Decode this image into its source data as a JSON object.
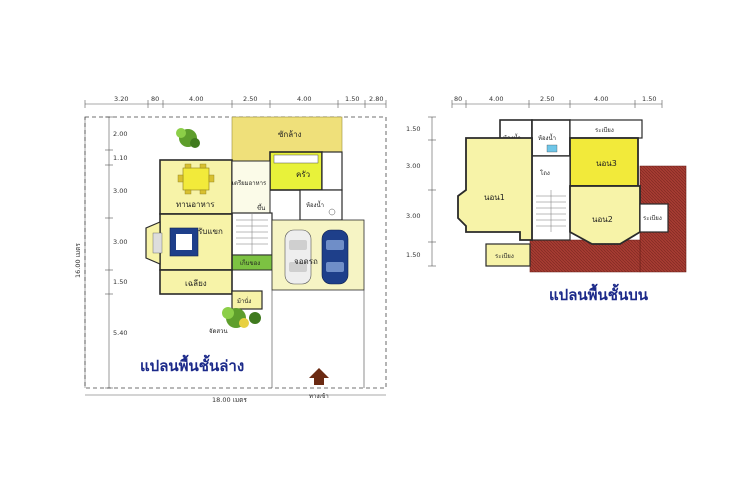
{
  "ground_floor": {
    "title": "แปลนพื้นชั้นล่าง",
    "top_dims": [
      "3.20",
      "80",
      "4.00",
      "2.50",
      "4.00",
      "1.50",
      "2.80"
    ],
    "left_dims": [
      "2.00",
      "1.10",
      "3.00",
      "3.00",
      "1.50",
      "5.40"
    ],
    "overall_width": "18.00 เมตร",
    "overall_depth": "16.00 เมตร",
    "rooms": {
      "laundry": "ซักล้าง",
      "kitchen": "ครัว",
      "dining": "ทานอาหาร",
      "prep": "เตรียมอาหาร",
      "bath": "ห้องน้ำ",
      "living": "รับแขก",
      "storage": "เก็บของ",
      "carport": "จอดรถ",
      "terrace": "เฉลียง",
      "pavilion": "ม้านั่ง",
      "garden": "จัดสวน",
      "stair_up": "ขึ้น"
    },
    "entrance": "ทางเข้า"
  },
  "upper_floor": {
    "title": "แปลนพื้นชั้นบน",
    "top_dims": [
      "80",
      "4.00",
      "2.50",
      "4.00",
      "1.50"
    ],
    "left_dims": [
      "1.50",
      "3.00",
      "3.00",
      "1.50"
    ],
    "rooms": {
      "bath1": "ห้องน้ำ",
      "bath2": "ห้องน้ำ",
      "balcony_top": "ระเบียง",
      "bed3": "นอน3",
      "hall": "โถง",
      "bed1": "นอน1",
      "bed2": "นอน2",
      "balcony_right": "ระเบียง",
      "balcony_bottom": "ระเบียง"
    }
  },
  "colors": {
    "wall": "#2a2a2a",
    "pale_yellow": "#f7f3a8",
    "yellow": "#f2ea3a",
    "laundry": "#efe07a",
    "kitchen": "#e8f23a",
    "green_store": "#7cc242",
    "carport": "#f6f4c4",
    "roof": "#a63c32",
    "car_blue": "#1e3f8a",
    "car_white": "#eeeeee",
    "title": "#1c2a8a",
    "entrance_arrow": "#6b2a12"
  }
}
